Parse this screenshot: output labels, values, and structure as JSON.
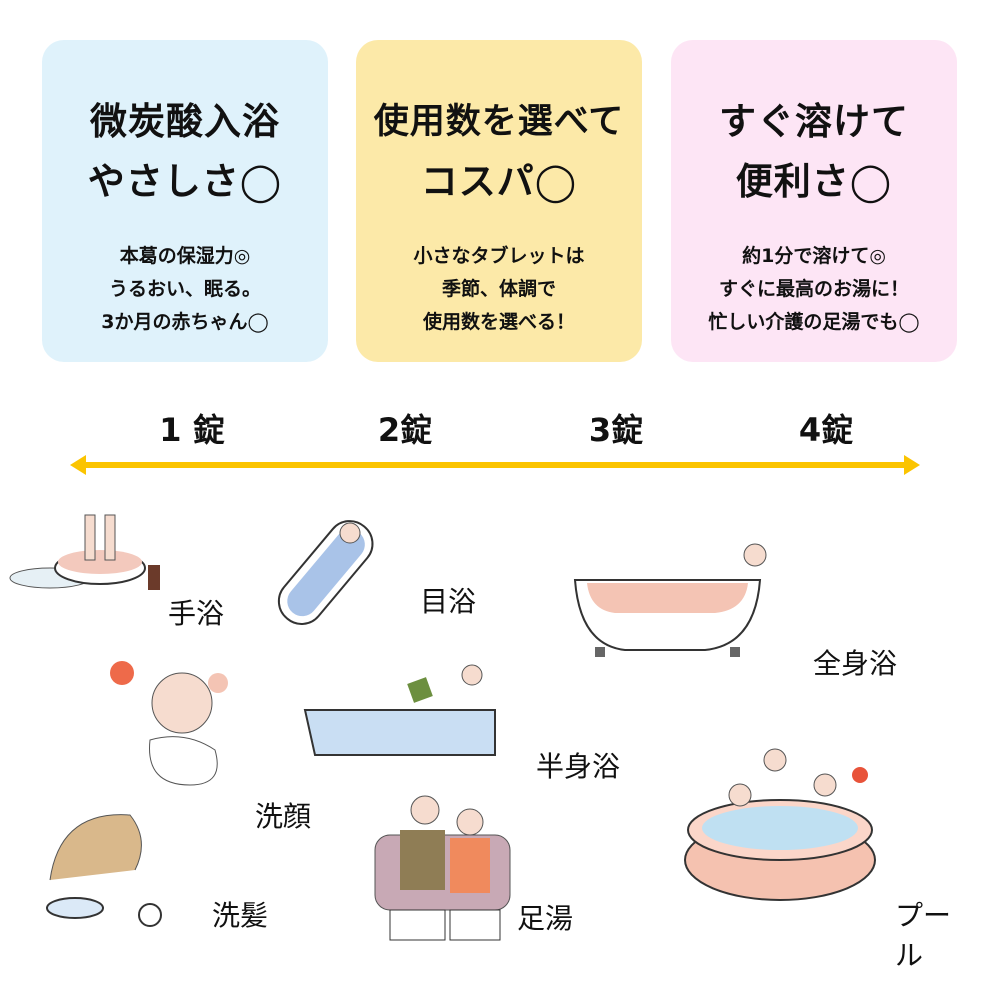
{
  "colors": {
    "card1": "#dff2fb",
    "card2": "#fce9a8",
    "card3": "#fde5f5",
    "arrow": "#fbc400"
  },
  "cards": [
    {
      "title": [
        "微炭酸入浴",
        "やさしさ◯"
      ],
      "body": [
        "本葛の保湿力◎",
        "うるおい、眠る。",
        "3か月の赤ちゃん◯"
      ]
    },
    {
      "title": [
        "使用数を選べて",
        "コスパ◯"
      ],
      "body": [
        "小さなタブレットは",
        "季節、体調で",
        "使用数を選べる！"
      ]
    },
    {
      "title": [
        "すぐ溶けて",
        "便利さ◯"
      ],
      "body": [
        "約1分で溶けて◎",
        "すぐに最高のお湯に！",
        "忙しい介護の足湯でも◯"
      ]
    }
  ],
  "tablets": [
    "1 錠",
    "2錠",
    "3錠",
    "4錠"
  ],
  "uses": [
    "手浴",
    "目浴",
    "全身浴",
    "半身浴",
    "洗顔",
    "洗髪",
    "足湯",
    "プール"
  ]
}
